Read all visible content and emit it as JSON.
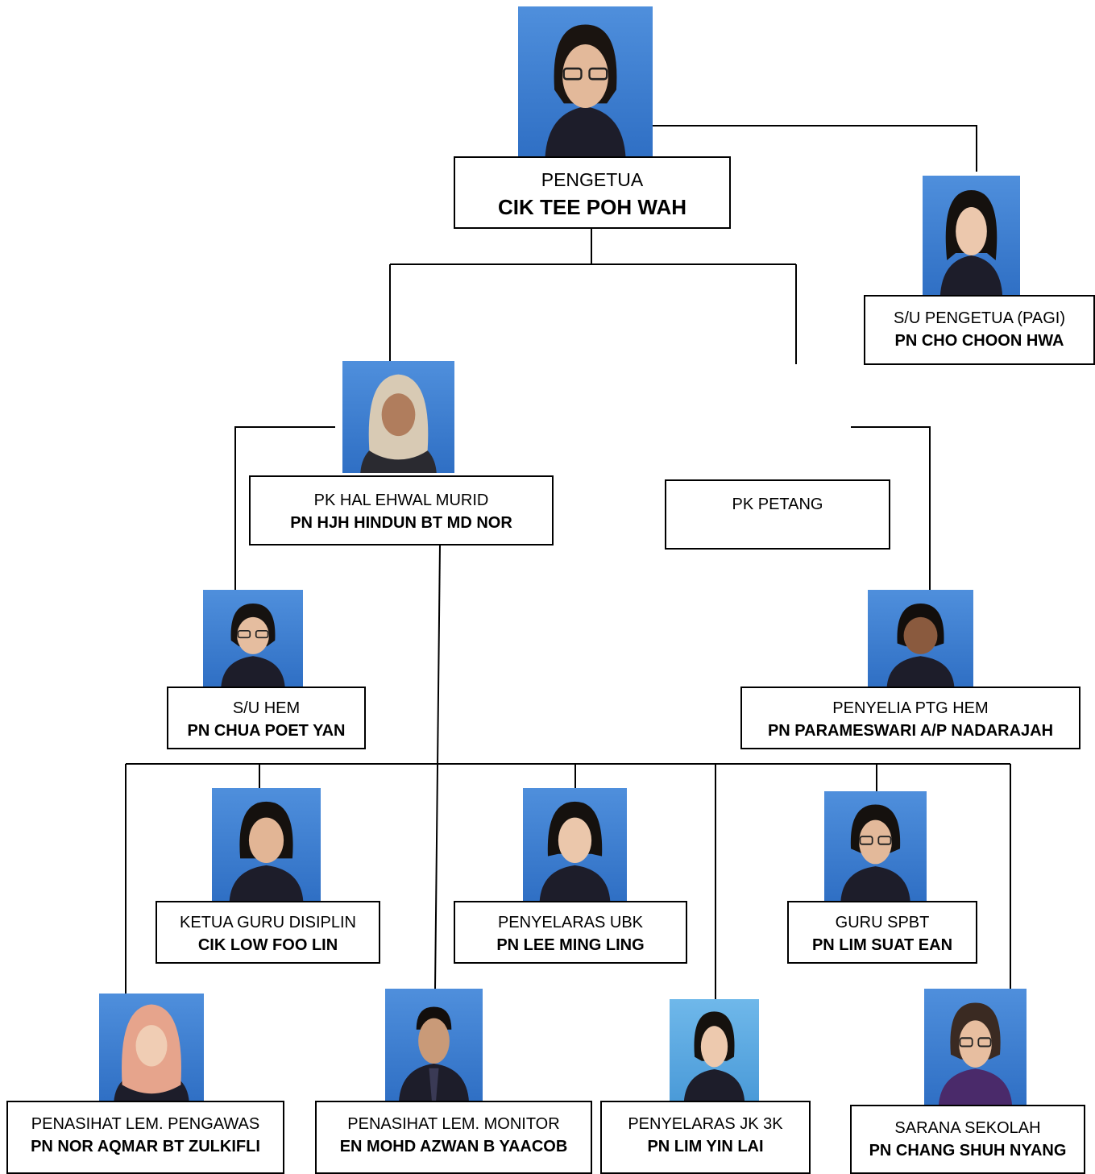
{
  "nodes": {
    "pengetua": {
      "role": "PENGETUA",
      "name": "CIK TEE POH WAH",
      "photo_icon": "portrait-woman-glasses-icon"
    },
    "su_pengetua": {
      "role": "S/U PENGETUA (PAGI)",
      "name": "PN CHO CHOON HWA",
      "photo_icon": "portrait-woman-icon"
    },
    "pk_hem": {
      "role": "PK HAL EHWAL MURID",
      "name": "PN HJH HINDUN BT MD NOR",
      "photo_icon": "portrait-woman-hijab-icon"
    },
    "pk_petang": {
      "role": "PK PETANG",
      "name": ""
    },
    "su_hem": {
      "role": "S/U HEM",
      "name": "PN CHUA POET YAN",
      "photo_icon": "portrait-woman-glasses-icon"
    },
    "penyelia": {
      "role": "PENYELIA PTG HEM",
      "name": "PN PARAMESWARI A/P NADARAJAH",
      "photo_icon": "portrait-woman-icon"
    },
    "disiplin": {
      "role": "KETUA GURU DISIPLIN",
      "name": "CIK LOW FOO LIN",
      "photo_icon": "portrait-woman-icon"
    },
    "ubk": {
      "role": "PENYELARAS UBK",
      "name": "PN LEE MING LING",
      "photo_icon": "portrait-woman-icon"
    },
    "spbt": {
      "role": "GURU SPBT",
      "name": "PN LIM SUAT EAN",
      "photo_icon": "portrait-woman-glasses-icon"
    },
    "pengawas": {
      "role": "PENASIHAT LEM. PENGAWAS",
      "name": "PN NOR AQMAR BT ZULKIFLI",
      "photo_icon": "portrait-woman-hijab-icon"
    },
    "monitor": {
      "role": "PENASIHAT LEM. MONITOR",
      "name": "EN MOHD AZWAN B YAACOB",
      "photo_icon": "portrait-man-icon"
    },
    "jk3k": {
      "role": "PENYELARAS JK 3K",
      "name": "PN LIM YIN LAI",
      "photo_icon": "portrait-woman-icon"
    },
    "sarana": {
      "role": "SARANA SEKOLAH",
      "name": "PN CHANG SHUH NYANG",
      "photo_icon": "portrait-woman-glasses-icon"
    }
  }
}
